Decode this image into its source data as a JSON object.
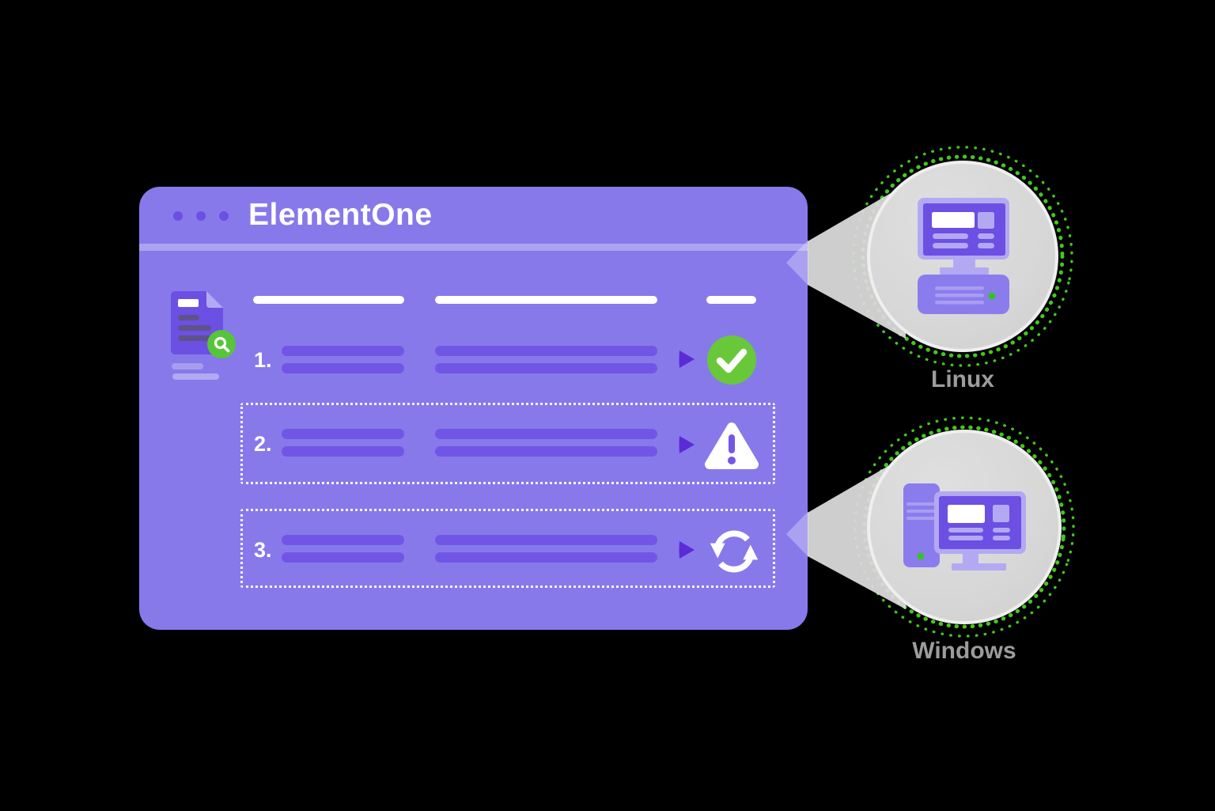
{
  "app": {
    "title": "ElementOne",
    "window_dots_count": 3
  },
  "steps": [
    {
      "number": "1.",
      "status": "success"
    },
    {
      "number": "2.",
      "status": "warning"
    },
    {
      "number": "3.",
      "status": "sync"
    }
  ],
  "platforms": [
    {
      "label": "Linux"
    },
    {
      "label": "Windows"
    }
  ],
  "colors": {
    "window-purple": "#8779EA",
    "deep-purple": "#6C4FE3",
    "bar-purple": "#7156E6",
    "arrow-purple": "#5B2BD8",
    "separator-purple": "#ACA3F0",
    "light-purple": "#B3A9F3",
    "mid-purple": "#8B7CEE",
    "line-purple": "#A99DF1",
    "success-green": "#68C83A",
    "badge-green": "#56C539",
    "ring-green": "#44C61E",
    "dot-green": "#35C421",
    "circle-gray": "#D7D7D7",
    "wedge-gray": "#DBDBDB",
    "label-gray": "#9C9C9C",
    "excl-purple": "#7557E6",
    "doc-line-gray": "#5A5470"
  }
}
